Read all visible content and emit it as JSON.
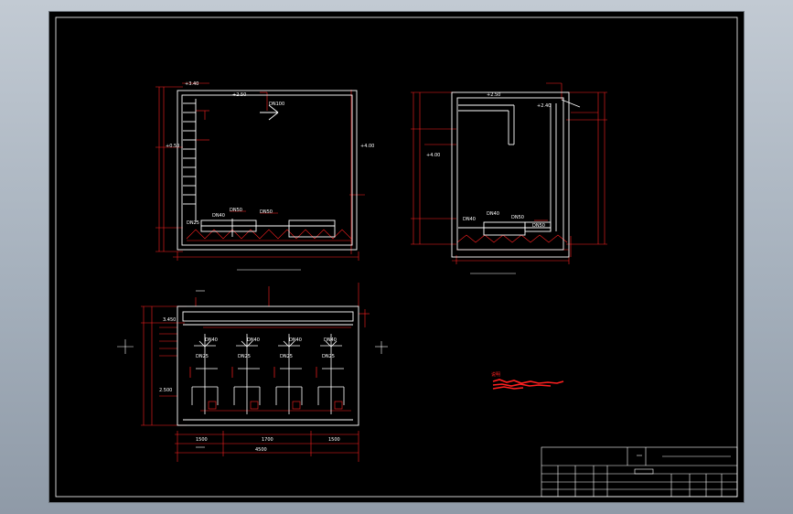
{
  "viewer": {
    "background_top": "#c2cad3",
    "background_bottom": "#8f9aa7",
    "sheet_color": "#000000"
  },
  "colors": {
    "frame": "#ffffff",
    "dimension": "#ff2020",
    "structure": "#ffffff",
    "pipe": "#ffffff"
  },
  "plan": {
    "dimensions": {
      "left_total": "2.500",
      "left_part": "3.450",
      "bottom_left": "1500",
      "bottom_mid": "1700",
      "bottom_right": "1500",
      "bottom_total": "4500"
    },
    "nozzle_labels": [
      "DN40",
      "DN40",
      "DN40",
      "DN40",
      "DN25",
      "DN25",
      "DN25",
      "DN25"
    ]
  },
  "section_1": {
    "top_elevation": "+2.50",
    "left_elevation": "+3.40",
    "right_elevation": "+4.00",
    "inner_elevation": "+0.50",
    "labels": [
      "DN40",
      "DN50",
      "DN50",
      "DN25",
      "DN100"
    ]
  },
  "section_2": {
    "top_elevation": "+2.50",
    "right_elevation": "+2.40",
    "left_elevation": "+4.00",
    "labels": [
      "DN40",
      "DN50",
      "DN40",
      "DN50"
    ]
  },
  "notes_label": "说明"
}
